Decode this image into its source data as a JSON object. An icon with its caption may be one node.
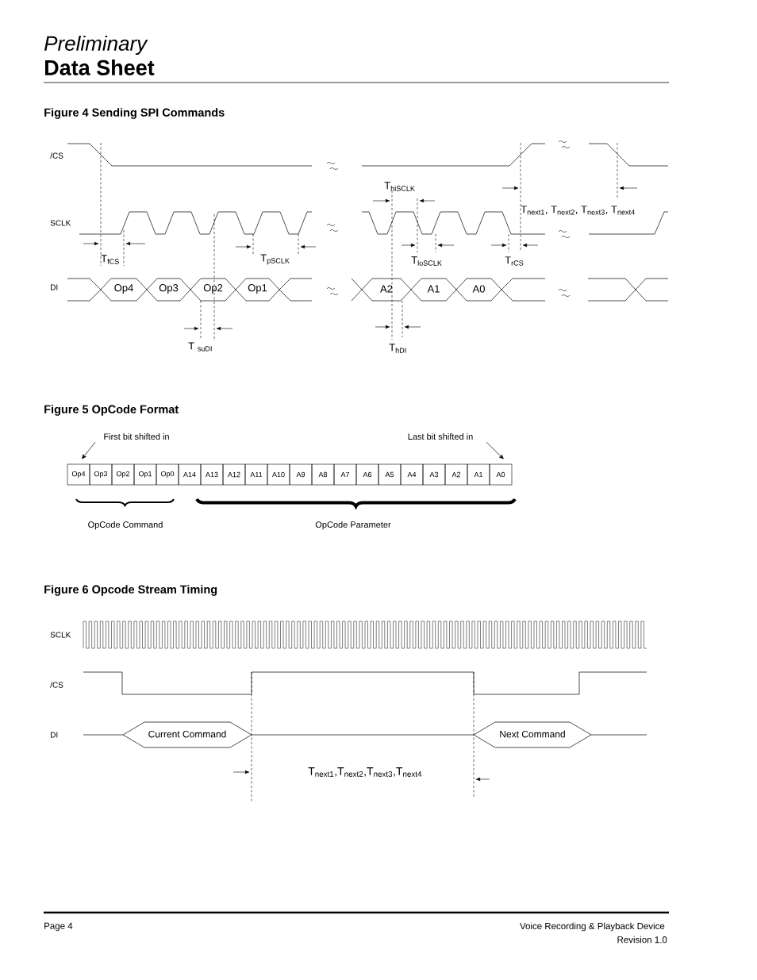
{
  "diagram": {
    "title": "Data Sheet",
    "nodes": [
      {
        "text": [
          "Op4"
        ]
      },
      {
        "text": [
          "Op3"
        ]
      },
      {
        "text": [
          "Op2"
        ]
      },
      {
        "text": [
          "Op1"
        ]
      },
      {
        "text": [
          "A2"
        ]
      },
      {
        "text": [
          "A1"
        ]
      },
      {
        "text": [
          "A0"
        ]
      },
      {
        "text": [
          "First bit shifted in"
        ]
      },
      {
        "text": [
          "Op4"
        ]
      },
      {
        "text": [
          "Op3"
        ]
      },
      {
        "text": [
          "Op2"
        ]
      },
      {
        "text": [
          "Op1"
        ]
      },
      {
        "text": [
          "Op0"
        ]
      },
      {
        "text": [
          "A14"
        ]
      },
      {
        "text": [
          "A13"
        ]
      },
      {
        "text": [
          "A12"
        ]
      },
      {
        "text": [
          "A11"
        ]
      },
      {
        "text": [
          "A10"
        ]
      },
      {
        "text": [
          "A9"
        ]
      },
      {
        "text": [
          "A8"
        ]
      },
      {
        "text": [
          "A7"
        ]
      },
      {
        "text": [
          "A6"
        ]
      },
      {
        "text": [
          "A5"
        ]
      },
      {
        "text": [
          "A4"
        ]
      },
      {
        "text": [
          "A3"
        ]
      },
      {
        "text": [
          "A2"
        ]
      },
      {
        "text": [
          "A1"
        ]
      },
      {
        "text": [
          "A0"
        ]
      },
      {
        "text": [
          "Last bit shifted in"
        ]
      },
      {
        "text": [
          "Current Command"
        ]
      },
      {
        "text": [
          "Next Command"
        ]
      }
    ],
    "edges": [
      {
        "from": 7,
        "to": 8,
        "arrow": "to"
      },
      {
        "from": 28,
        "to": 27,
        "arrow": "to"
      }
    ],
    "labels": [
      "Preliminary",
      "Figure 4 Sending SPI Commands",
      "/CS",
      "T$_{hiSCLK}$",
      "T$_{next1}$, T$_{next2}$, T$_{next3}$, T$_{next4}$",
      "SCLK",
      "T$_{fCS}$",
      "T$_{pSCLK}$",
      "T$_{loSCLK}$",
      "T$_{rCS}$",
      "DI",
      "T $_{suDI}$",
      "T$_{hDI}$",
      "Figure 5 OpCode Format",
      "OpCode Command",
      "OpCode Parameter",
      "Figure 6 Opcode Stream Timing",
      "SCLK",
      "/CS",
      "DI",
      "T$_{next1}$,T$_{next2}$,T$_{next3}$,T$_{next4}$",
      "Page 4",
      "Voice Recording & Playback Device",
      "Revision 1.0"
    ]
  }
}
